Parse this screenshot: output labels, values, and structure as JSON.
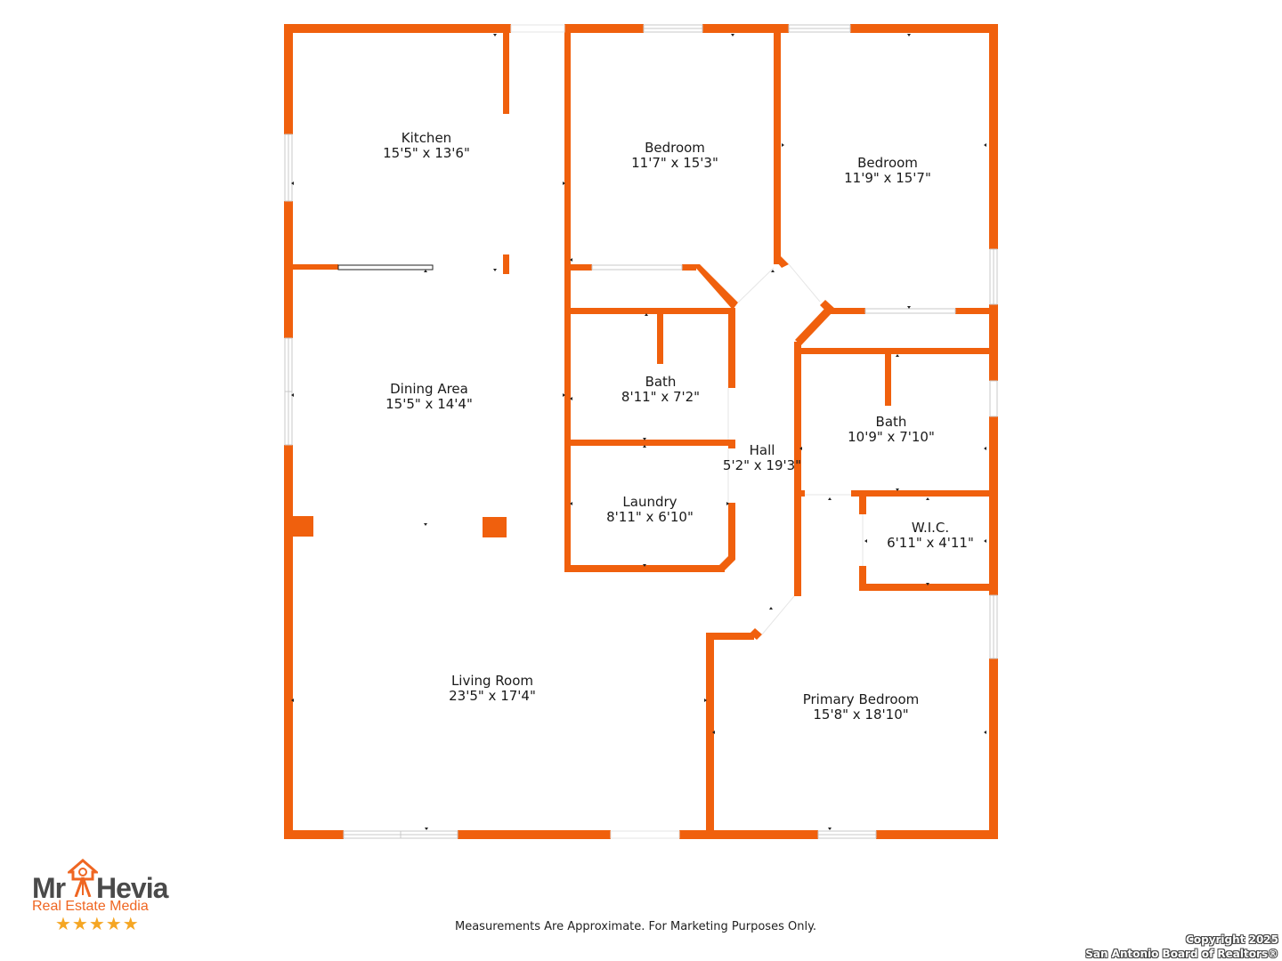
{
  "colors": {
    "wall": "#f0600d",
    "text": "#1a1a1a",
    "window_fill": "#ffffff"
  },
  "rooms": [
    {
      "name": "Kitchen",
      "size": "15'5\" x 13'6\""
    },
    {
      "name": "Bedroom",
      "size": "11'7\" x 15'3\""
    },
    {
      "name": "Bedroom",
      "size": "11'9\" x 15'7\""
    },
    {
      "name": "Dining Area",
      "size": "15'5\" x 14'4\""
    },
    {
      "name": "Bath",
      "size": "8'11\" x 7'2\""
    },
    {
      "name": "Bath",
      "size": "10'9\" x 7'10\""
    },
    {
      "name": "Hall",
      "size": "5'2\" x 19'3\""
    },
    {
      "name": "Laundry",
      "size": "8'11\" x 6'10\""
    },
    {
      "name": "W.I.C.",
      "size": "6'11\" x 4'11\""
    },
    {
      "name": "Living Room",
      "size": "23'5\" x 17'4\""
    },
    {
      "name": "Primary Bedroom",
      "size": "15'8\" x 18'10\""
    }
  ],
  "logo": {
    "word_left": "Mr",
    "word_right": "Hevia",
    "subtitle": "Real Estate Media",
    "stars": "★★★★★",
    "icon": "house-camera-icon"
  },
  "footer": {
    "disclaimer": "Measurements Are Approximate. For Marketing Purposes Only.",
    "copyright_line1": "Copyright 2025",
    "copyright_line2": "San Antonio Board of Realtors®"
  }
}
